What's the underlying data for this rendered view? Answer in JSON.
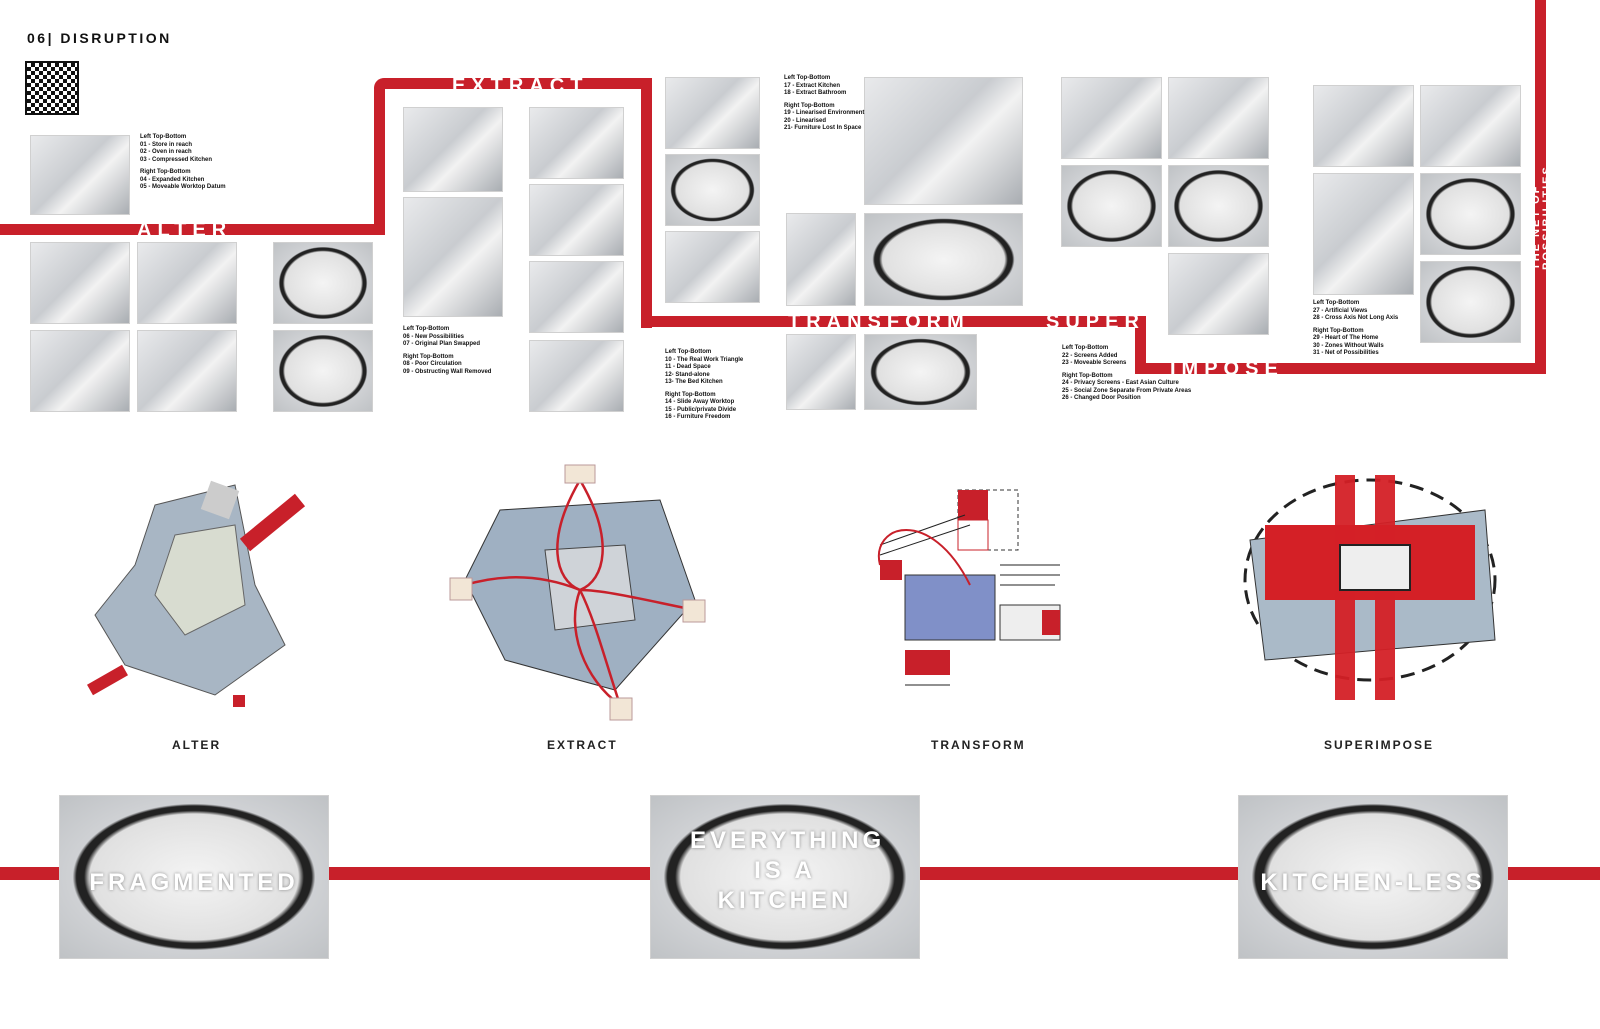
{
  "header": {
    "title": "06| DISRUPTION",
    "qr_icon": "qr-code-icon"
  },
  "stages": {
    "alter": "ALTER",
    "extract": "EXTRACT",
    "transform": "TRANSFORM",
    "super": "SUPER",
    "impose": "IMPOSE",
    "net": "THE NET OF POSSIBILITIES"
  },
  "captions": {
    "c1": [
      "Left Top-Bottom",
      "01 - Store in reach",
      "02 - Oven in reach",
      "03 - Compressed Kitchen",
      "",
      "Right Top-Bottom",
      "04 - Expanded Kitchen",
      "05 - Moveable Worktop Datum"
    ],
    "c2": [
      "Left Top-Bottom",
      "06 - New Possibilities",
      "07 - Original Plan Swapped",
      "",
      "Right Top-Bottom",
      "08 - Poor Circulation",
      "09 - Obstructing Wall Removed"
    ],
    "c3": [
      "Left Top-Bottom",
      "10 - The Real Work Triangle",
      "11 - Dead Space",
      "12- Stand-alone",
      "13- The Bed Kitchen",
      "",
      "Right Top-Bottom",
      "14 - Slide Away Worktop",
      "15 - Public/private Divide",
      "16 - Furniture Freedom"
    ],
    "c4": [
      "Left Top-Bottom",
      "17 - Extract Kitchen",
      "18 - Extract Bathroom",
      "",
      "Right Top-Bottom",
      "19 - Linearised Environment",
      "20 - Linearised",
      "21- Furniture Lost In Space"
    ],
    "c5": [
      "Left Top-Bottom",
      "22 - Screens Added",
      "23 - Moveable Screens",
      "",
      "Right Top-Bottom",
      "24 - Privacy Screens - East Asian Culture",
      "25 - Social Zone Separate From Private Areas",
      "26 - Changed Door Position"
    ],
    "c6": [
      "Left Top-Bottom",
      "27 - Artificial Views",
      "28 - Cross Axis Not Long Axis",
      "",
      "Right Top-Bottom",
      "29 - Heart of The Home",
      "30 - Zones Without Walls",
      "31 - Net of Possibilities"
    ]
  },
  "diagrams": [
    {
      "label": "ALTER"
    },
    {
      "label": "EXTRACT"
    },
    {
      "label": "TRANSFORM"
    },
    {
      "label": "SUPERIMPOSE"
    }
  ],
  "outcomes": [
    {
      "label": "FRAGMENTED"
    },
    {
      "label": "EVERYTHING IS A KITCHEN"
    },
    {
      "label": "KITCHEN-LESS"
    }
  ],
  "colors": {
    "accent": "#c8202a"
  }
}
